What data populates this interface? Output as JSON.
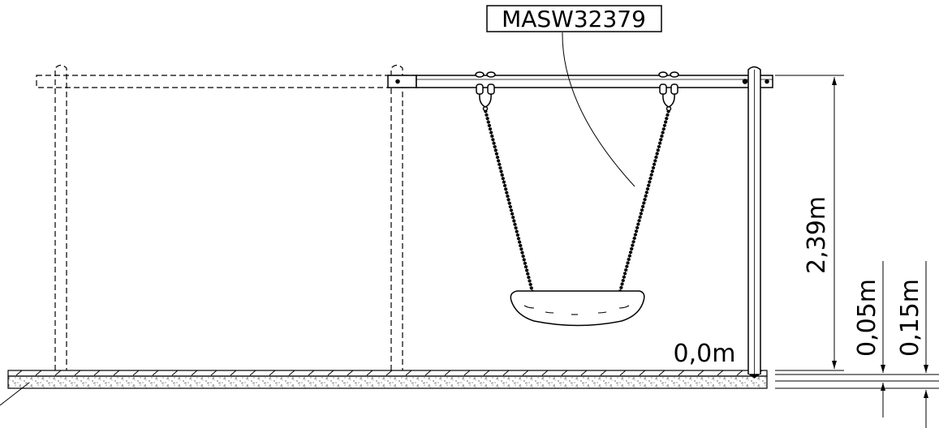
{
  "drawing": {
    "part_label": "MASW32379",
    "dimensions": {
      "swing_height": "2,39m",
      "ground_level": "0,0m",
      "depth_a": "0,05m",
      "depth_b": "0,15m"
    },
    "colors": {
      "line": "#000000",
      "background": "#ffffff"
    }
  }
}
